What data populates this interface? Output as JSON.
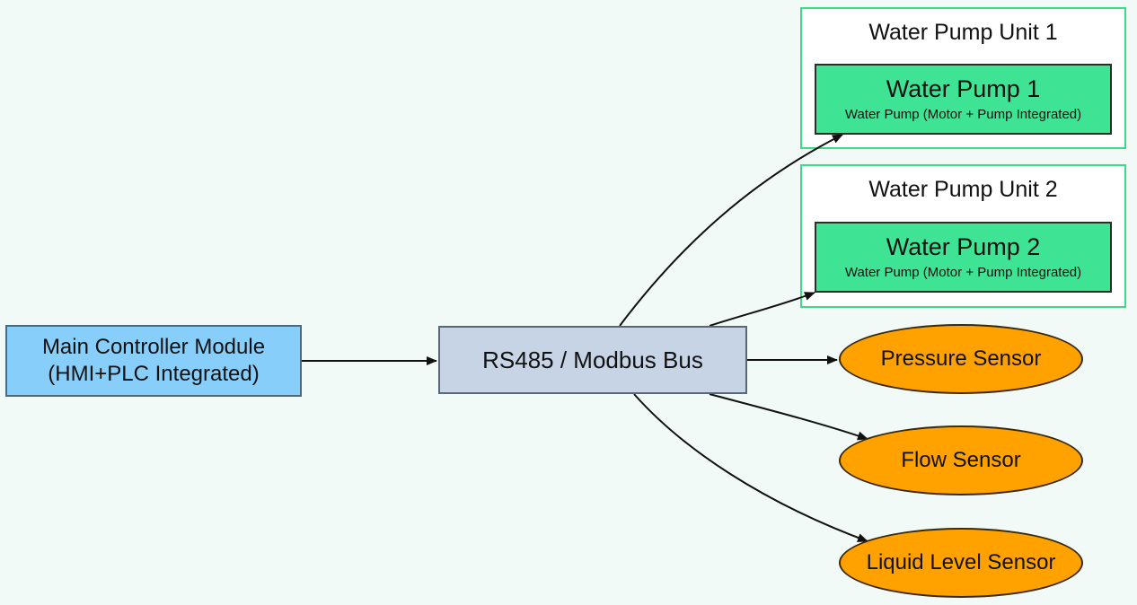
{
  "nodes": {
    "main_controller": {
      "line1": "Main Controller Module",
      "line2": "(HMI+PLC Integrated)"
    },
    "bus": {
      "label": "RS485 / Modbus Bus"
    },
    "unit_1": {
      "label": "Water Pump Unit 1",
      "pump_title": "Water Pump 1",
      "pump_subtitle": "Water Pump (Motor + Pump Integrated)"
    },
    "unit_2": {
      "label": "Water Pump Unit 2",
      "pump_title": "Water Pump 2",
      "pump_subtitle": "Water Pump (Motor + Pump Integrated)"
    },
    "pressure_sensor": {
      "label": "Pressure Sensor"
    },
    "flow_sensor": {
      "label": "Flow Sensor"
    },
    "level_sensor": {
      "label": "Liquid Level Sensor"
    }
  },
  "edges": [
    {
      "from": "Main Controller Module",
      "to": "RS485 / Modbus Bus"
    },
    {
      "from": "RS485 / Modbus Bus",
      "to": "Water Pump 1"
    },
    {
      "from": "RS485 / Modbus Bus",
      "to": "Water Pump 2"
    },
    {
      "from": "RS485 / Modbus Bus",
      "to": "Pressure Sensor"
    },
    {
      "from": "RS485 / Modbus Bus",
      "to": "Flow Sensor"
    },
    {
      "from": "RS485 / Modbus Bus",
      "to": "Liquid Level Sensor"
    }
  ],
  "colors": {
    "background": "#f2faf8",
    "controller_fill": "#87cefa",
    "bus_fill": "#c7d4e6",
    "pump_fill": "#3ee494",
    "cluster_border": "#3ddc84",
    "sensor_fill": "#ffa200",
    "edge": "#111111"
  }
}
